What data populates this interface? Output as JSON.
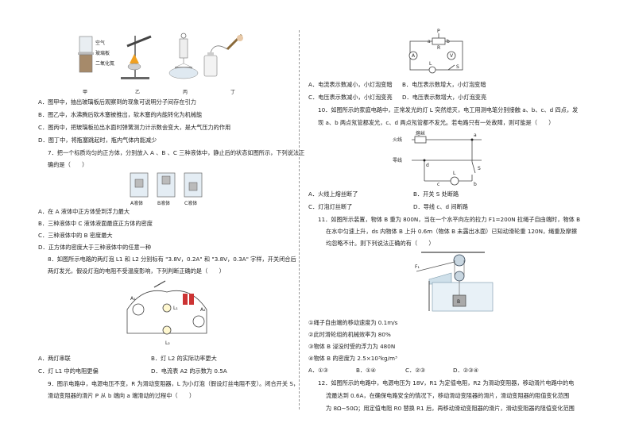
{
  "left": {
    "fig_top": {
      "labels": [
        "空气",
        "玻璃板",
        "二氧化氮"
      ],
      "captions": [
        "甲",
        "乙",
        "丙",
        "丁"
      ]
    },
    "q6": {
      "A": "A．图甲中，抽出玻璃板后观察到的现象可说明分子间存在引力",
      "B": "B．图乙中，水沸腾后软木塞被推出，软木塞的内能转化为机械能",
      "C": "C．图丙中，把玻璃板拉出水面时弹簧测力计示数会变大，是大气压力的作用",
      "D": "D．图丁中，将瓶塞跳起时，瓶内气体内能减少"
    },
    "q7": {
      "stem1": "7．把一个标质均匀的正方体，分别放入 A 、B 、C 三种液体中，静止后的状态如图所示，下列说法正",
      "stem2": "确的是（　　）",
      "beakers": [
        "A液体",
        "B液体",
        "C液体"
      ],
      "A": "A．在 A 液体中正方体受到浮力最大",
      "B": "B．三种液体中 C 液体液面最底正方体的密度",
      "C": "C．三种液体中的 B 密度最大",
      "D": "D．正方体的密度大于三种液体中的任意一种"
    },
    "q8": {
      "stem1": "8．如图所示电路的两灯泡 L1 和 L2 分别标有 \"3.8V，0.2A\" 和 \"3.8V，0.3A\" 字样，开关闭合后",
      "stem2": "两灯发光，假设灯泡的电阻不受温度影响，下列判断正确的是（　　）",
      "fig_labels": [
        "A₁",
        "L₁",
        "A₂",
        "L₂"
      ],
      "A": "A．两灯串联",
      "B": "B．灯 L2 的实际功率更大",
      "C": "C．灯 L1 中的电阻更偏",
      "D": "D．电流表 A2 的示数为 0.5A"
    },
    "q9": {
      "stem1": "9．图示电路中，电源电压不变，R 为滑动变阻器，L 为小灯泡（假设灯丝电阻不变）。闭合开关 S，",
      "stem2": "滑动变阻器的滑片 P 从 b 端向 a 端滑动的过程中（　　）"
    }
  },
  "right": {
    "q9_fig_labels": [
      "P",
      "a",
      "R",
      "b",
      "A",
      "V",
      "L",
      "S"
    ],
    "q9_opts": {
      "A": "A．电流表示数减小，小灯泡变暗",
      "B": "B．电压表示数增大，小灯泡变暗",
      "C": "C．电压表示数减小，小灯泡变亮",
      "D": "D．电压表示数增大，小灯泡变亮"
    },
    "q10": {
      "stem1": "10．如图所示的家庭电路中，正常发光的灯 L 突然熄灭，电工用测电笔分别接触 a、b、c、d 四点，发",
      "stem2": "现 a、b 两点氖管都发光，c、d 两点氖管都不发光。若电路只有一处故障，则可能是（　　）",
      "fig": {
        "fire": "火线",
        "fuse": "熔丝",
        "zero": "零线",
        "a": "a",
        "b": "b",
        "c": "c",
        "d": "d",
        "L": "L",
        "S": "S"
      },
      "A": "A．火线上熔丝断了",
      "B": "B．开关 S 处断路",
      "C": "C．灯泡灯丝断了",
      "D": "D．导线 c、d 间断路"
    },
    "q11": {
      "stem1": "11．如图所示装置，物体 B 重为 800N，当在一个水平向左的拉力 F1=200N 拉绳子自由端时，物体 B",
      "stem2": "在水中匀速上升，ds 内物体 B 上升 0.6m（物体 B 未露出水面）已知动滑轮重 120N，绳重及摩擦",
      "stem3": "均忽略不计。则下列说法正确的有（　　）",
      "fig_labels": [
        "F₁",
        "B"
      ],
      "s1": "①绳子自由端的移动速度为 0.1m/s",
      "s2": "②此时滑轮组的机械效率为 80%",
      "s3": "③物体 B 浸没时受的浮力为 480N",
      "s4": "④物体 B 的密度为 2.5×10³kg/m³",
      "A": "A．①③",
      "B": "B．①④",
      "C": "C．②③",
      "D": "D．②③④"
    },
    "q12": {
      "stem1": "12．如图所示的电路中，电源电压为 18V，R1 为定值电阻，R2 为滑动变阻器，移动滑片电路中的电",
      "stem2": "流最达到 0.6A，在确保电路安全的情况下，移动滑动变阻器的滑片，滑动变阻器的阻值变化范围",
      "stem3": "为 8Ω~50Ω；用定值电阻 R0 替换 R1 后，再移动滑动变阻器的滑片，滑动变阻器的阻值变化范围"
    }
  }
}
